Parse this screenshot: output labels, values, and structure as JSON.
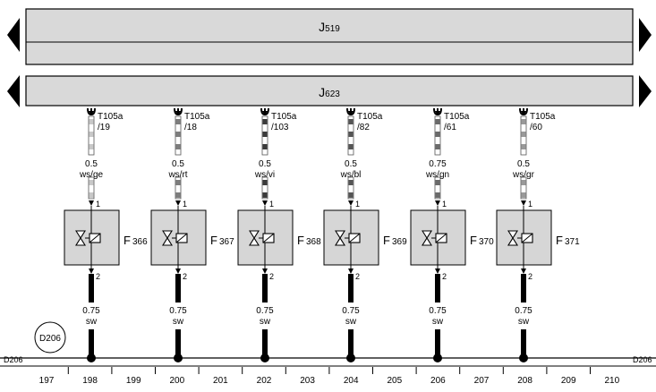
{
  "colors": {
    "ecu_fill": "#d9d9d9",
    "valve_fill": "#d6d6d6",
    "line": "#000000",
    "wire_white": "#ffffff",
    "wire_stripe": "#444444"
  },
  "ecus": [
    {
      "id": "J",
      "sub": "519"
    },
    {
      "id": "J",
      "sub": "623"
    }
  ],
  "ground": {
    "label_left": "D206",
    "label_right": "D206",
    "point_label": "D206"
  },
  "valves": [
    {
      "connector": "T105a",
      "pin": "/19",
      "gauge_top": "0.5",
      "color_top": "ws/ge",
      "pin_in": "1",
      "pin_out": "2",
      "name": "F",
      "sub": "366",
      "gauge_bottom": "0.75",
      "color_bottom": "sw",
      "stripe": "#c8c8c8"
    },
    {
      "connector": "T105a",
      "pin": "/18",
      "gauge_top": "0.5",
      "color_top": "ws/rt",
      "pin_in": "1",
      "pin_out": "2",
      "name": "F",
      "sub": "367",
      "gauge_bottom": "0.75",
      "color_bottom": "sw",
      "stripe": "#7d7d7d"
    },
    {
      "connector": "T105a",
      "pin": "/103",
      "gauge_top": "0.5",
      "color_top": "ws/vi",
      "pin_in": "1",
      "pin_out": "2",
      "name": "F",
      "sub": "368",
      "gauge_bottom": "0.75",
      "color_bottom": "sw",
      "stripe": "#3a3a3a"
    },
    {
      "connector": "T105a",
      "pin": "/82",
      "gauge_top": "0.5",
      "color_top": "ws/bl",
      "pin_in": "1",
      "pin_out": "2",
      "name": "F",
      "sub": "369",
      "gauge_bottom": "0.75",
      "color_bottom": "sw",
      "stripe": "#555555"
    },
    {
      "connector": "T105a",
      "pin": "/61",
      "gauge_top": "0.75",
      "color_top": "ws/gn",
      "pin_in": "1",
      "pin_out": "2",
      "name": "F",
      "sub": "370",
      "gauge_bottom": "0.75",
      "color_bottom": "sw",
      "stripe": "#6a6a6a"
    },
    {
      "connector": "T105a",
      "pin": "/60",
      "gauge_top": "0.5",
      "color_top": "ws/gr",
      "pin_in": "1",
      "pin_out": "2",
      "name": "F",
      "sub": "371",
      "gauge_bottom": "0.75",
      "color_bottom": "sw",
      "stripe": "#999999"
    }
  ],
  "ruler": [
    "197",
    "198",
    "199",
    "200",
    "201",
    "202",
    "203",
    "204",
    "205",
    "206",
    "207",
    "208",
    "209",
    "210"
  ]
}
